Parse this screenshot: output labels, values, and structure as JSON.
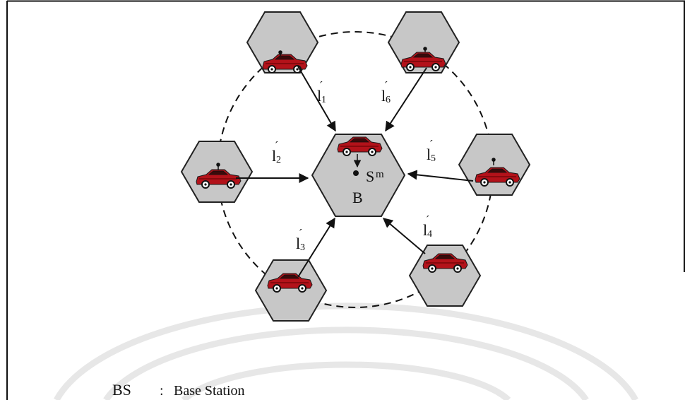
{
  "center": {
    "label_top": "S",
    "label_top_sup": "m",
    "label_bottom": "B"
  },
  "links": [
    {
      "id": "l1",
      "text": "l",
      "sub": "1"
    },
    {
      "id": "l2",
      "text": "l",
      "sub": "2"
    },
    {
      "id": "l3",
      "text": "l",
      "sub": "3"
    },
    {
      "id": "l4",
      "text": "l",
      "sub": "4"
    },
    {
      "id": "l5",
      "text": "l",
      "sub": "5"
    },
    {
      "id": "l6",
      "text": "l",
      "sub": "6"
    }
  ],
  "legend": {
    "abbr": "BS",
    "separator": ":",
    "meaning": "Base Station"
  },
  "colors": {
    "hex_fill": "#c7c7c7",
    "hex_stroke": "#222222",
    "car_body": "#b3121a",
    "watermark": "#e7e7e7"
  }
}
